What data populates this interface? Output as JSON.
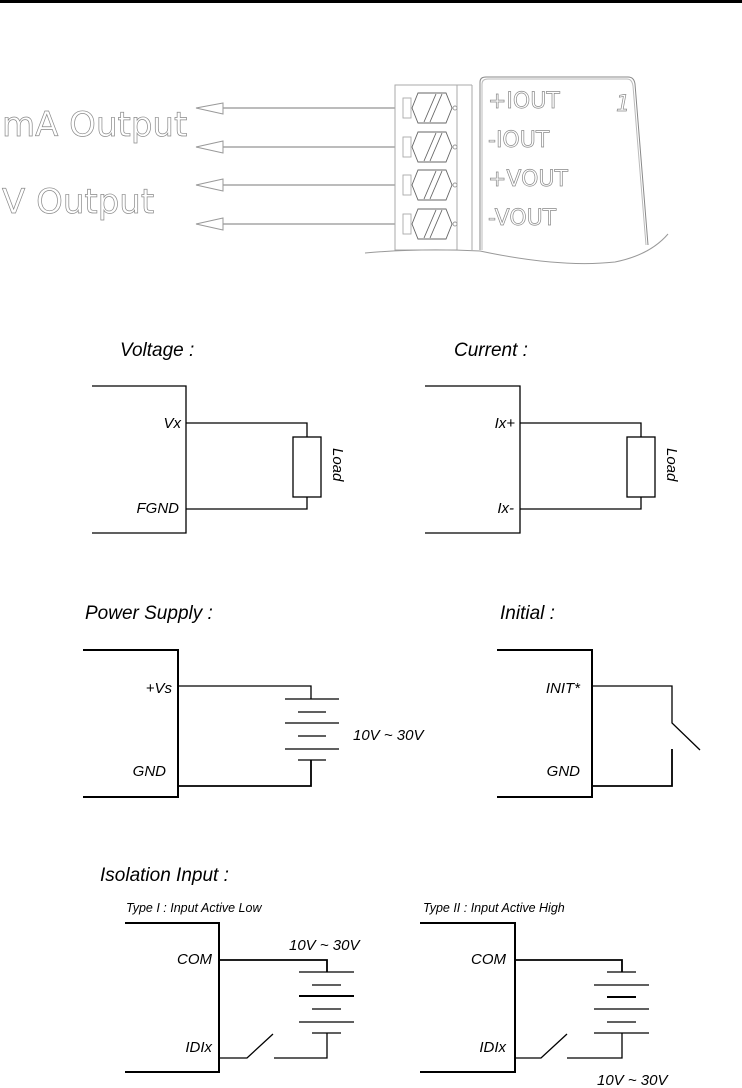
{
  "connector": {
    "left_labels": [
      "mA Output",
      "V Output"
    ],
    "terminals": [
      "+IOUT",
      "-IOUT",
      "+VOUT",
      "-VOUT"
    ],
    "pin_number": "1"
  },
  "voltage": {
    "title": "Voltage :",
    "pin_top": "Vx",
    "pin_bottom": "FGND",
    "load": "Load"
  },
  "current": {
    "title": "Current :",
    "pin_top": "Ix+",
    "pin_bottom": "Ix-",
    "load": "Load"
  },
  "power_supply": {
    "title": "Power Supply :",
    "pin_top": "+Vs",
    "pin_bottom": "GND",
    "range": "10V ~ 30V"
  },
  "initial": {
    "title": "Initial :",
    "pin_top": "INIT*",
    "pin_bottom": "GND"
  },
  "isolation": {
    "title": "Isolation Input :",
    "type1": {
      "subtitle": "Type I : Input Active Low",
      "pin_top": "COM",
      "pin_bottom": "IDIx",
      "range": "10V ~ 30V"
    },
    "type2": {
      "subtitle": "Type II : Input Active High",
      "pin_top": "COM",
      "pin_bottom": "IDIx",
      "range": "10V ~ 30V"
    }
  }
}
